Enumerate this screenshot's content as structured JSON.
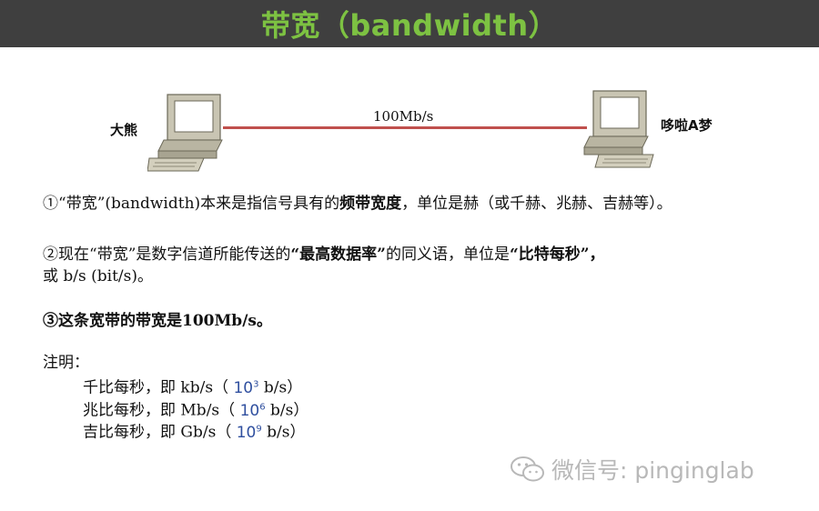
{
  "title": "带宽（bandwidth）",
  "diagram": {
    "left_label": "大熊",
    "right_label": "哆啦A梦",
    "link_label": "100Mb/s",
    "link_color": "#c0504d"
  },
  "paragraphs": {
    "p1_a": "①“带宽”(bandwidth)本来是指信号具有的",
    "p1_b": "频带宽度",
    "p1_c": "，单位是赫（或千赫、兆赫、吉赫等）。",
    "p2_a": "②现在“带宽”是数字信道所能传送的",
    "p2_b": "“最高数据率”",
    "p2_c": "的同义语，单位是",
    "p2_d": "“比特每秒”，",
    "p2_line2": "或 b/s (bit/s)。",
    "p3": "③这条宽带的带宽是100Mb/s。"
  },
  "notes": {
    "heading": "注明：",
    "items": [
      {
        "prefix": "千比每秒，即 kb/s（ ",
        "base": "10",
        "exp": "3",
        "suffix": " b/s）"
      },
      {
        "prefix": "兆比每秒，即 Mb/s（ ",
        "base": "10",
        "exp": "6",
        "suffix": " b/s）"
      },
      {
        "prefix": "吉比每秒，即 Gb/s（ ",
        "base": "10",
        "exp": "9",
        "suffix": " b/s）"
      }
    ]
  },
  "watermark": {
    "text": "微信号: pinginglab",
    "icon": "wechat-icon"
  },
  "colors": {
    "title_bar": "#3f3f3f",
    "title_text": "#7dc242",
    "exponent": "#2f4f9f"
  }
}
